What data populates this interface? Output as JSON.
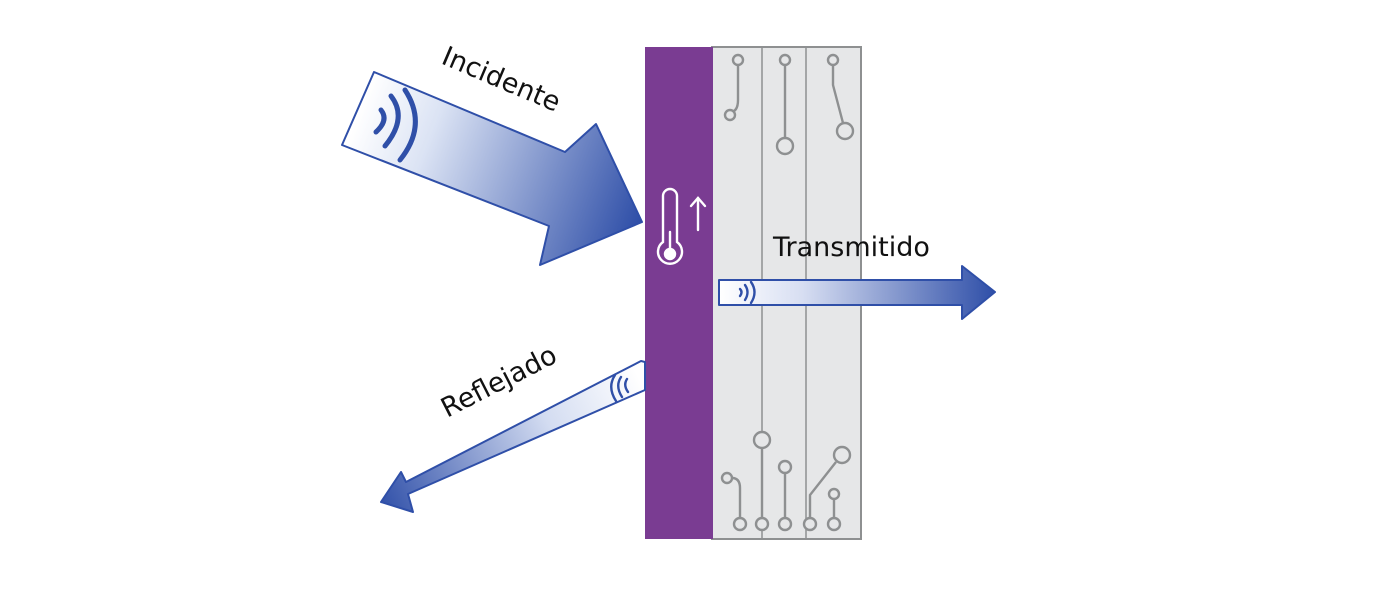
{
  "labels": {
    "incident": "Incidente",
    "transmitted": "Transmitido",
    "reflected": "Reflejado"
  },
  "colors": {
    "arrow_dark": "#2f4fa8",
    "arrow_light": "#ffffff",
    "barrier_purple": "#7a3c92",
    "board_fill": "#e6e7e8",
    "board_stroke": "#8e9091",
    "circuit_stroke": "#8e9091",
    "text": "#111111"
  },
  "icons": {
    "barrier": "thermometer-up-icon",
    "waves": "signal-waves-icon",
    "circuits": "circuit-trace-icon"
  }
}
